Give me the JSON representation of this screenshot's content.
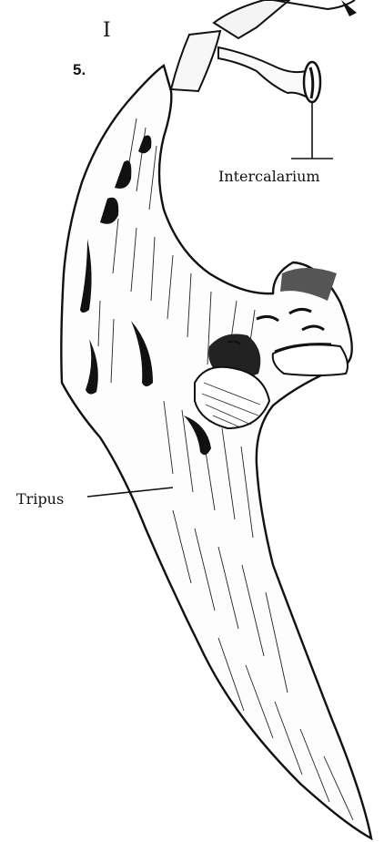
{
  "figure": {
    "number": "5.",
    "marks": "I",
    "ink_color": "#111111",
    "paper_color": "#ffffff"
  },
  "labels": {
    "intercalarium": "Intercalarium",
    "tripus": "Tripus"
  }
}
